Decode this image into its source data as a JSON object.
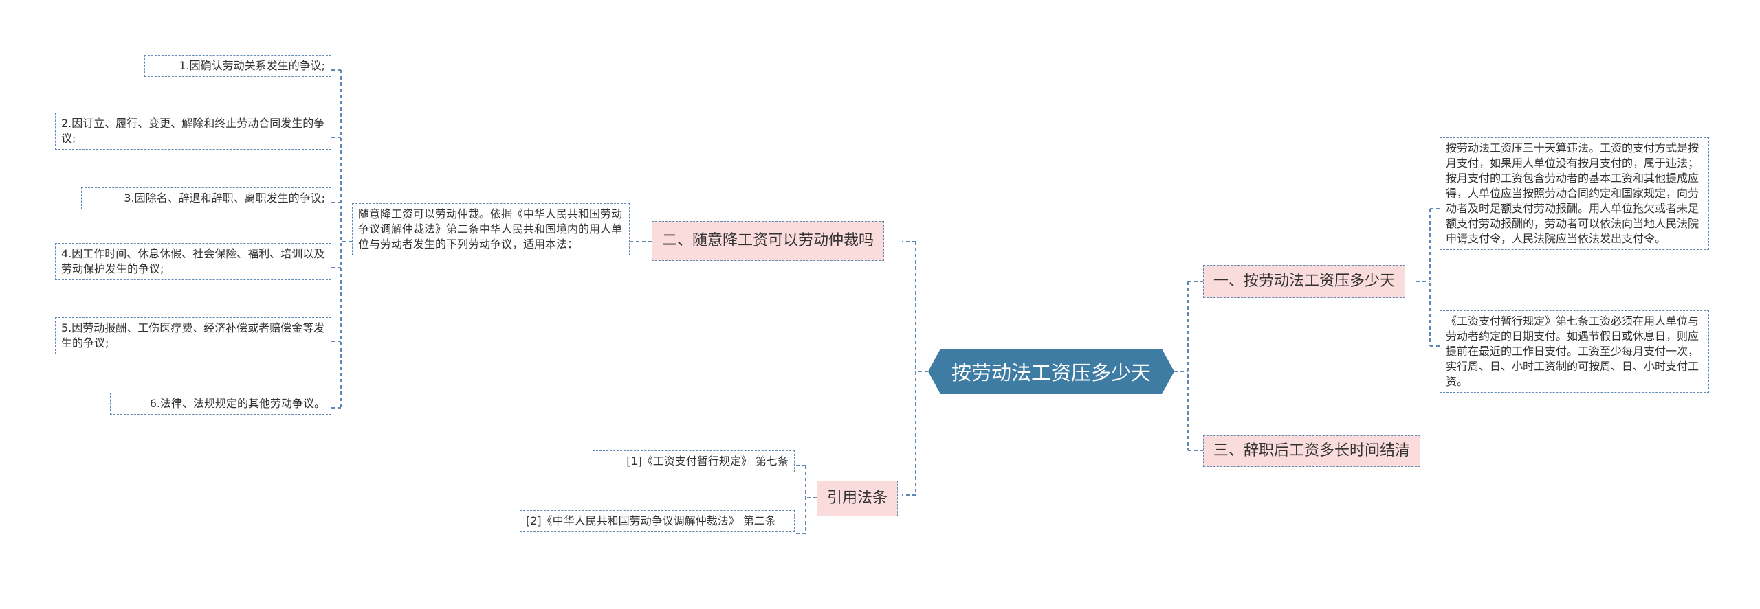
{
  "root": "按劳动法工资压多少天",
  "branches": {
    "b1": "一、按劳动法工资压多少天",
    "b2": "二、随意降工资可以劳动仲裁吗",
    "b3": "三、辞职后工资多长时间结清",
    "b4": "引用法条"
  },
  "b1_leaves": [
    "按劳动法工资压三十天算违法。工资的支付方式是按月支付，如果用人单位没有按月支付的，属于违法；按月支付的工资包含劳动者的基本工资和其他提成应得，人单位应当按照劳动合同约定和国家规定，向劳动者及时足额支付劳动报酬。用人单位拖欠或者未足额支付劳动报酬的，劳动者可以依法向当地人民法院申请支付令，人民法院应当依法发出支付令。",
    "《工资支付暂行规定》第七条工资必须在用人单位与劳动者约定的日期支付。如遇节假日或休息日，则应提前在最近的工作日支付。工资至少每月支付一次，实行周、日、小时工资制的可按周、日、小时支付工资。"
  ],
  "b2_middle": "随意降工资可以劳动仲裁。依据《中华人民共和国劳动争议调解仲裁法》第二条中华人民共和国境内的用人单位与劳动者发生的下列劳动争议，适用本法：",
  "b2_items": [
    "1.因确认劳动关系发生的争议;",
    "2.因订立、履行、变更、解除和终止劳动合同发生的争议;",
    "3.因除名、辞退和辞职、离职发生的争议;",
    "4.因工作时间、休息休假、社会保险、福利、培训以及劳动保护发生的争议;",
    "5.因劳动报酬、工伤医疗费、经济补偿或者赔偿金等发生的争议;",
    "6.法律、法规规定的其他劳动争议。"
  ],
  "b4_items": [
    "[1]《工资支付暂行规定》 第七条",
    "[2]《中华人民共和国劳动争议调解仲裁法》 第二条"
  ],
  "colors": {
    "root_fill": "#3f7ca3",
    "branch_fill": "#fbdcdc",
    "dashed_border": "#5f88b4",
    "text": "#333333"
  }
}
